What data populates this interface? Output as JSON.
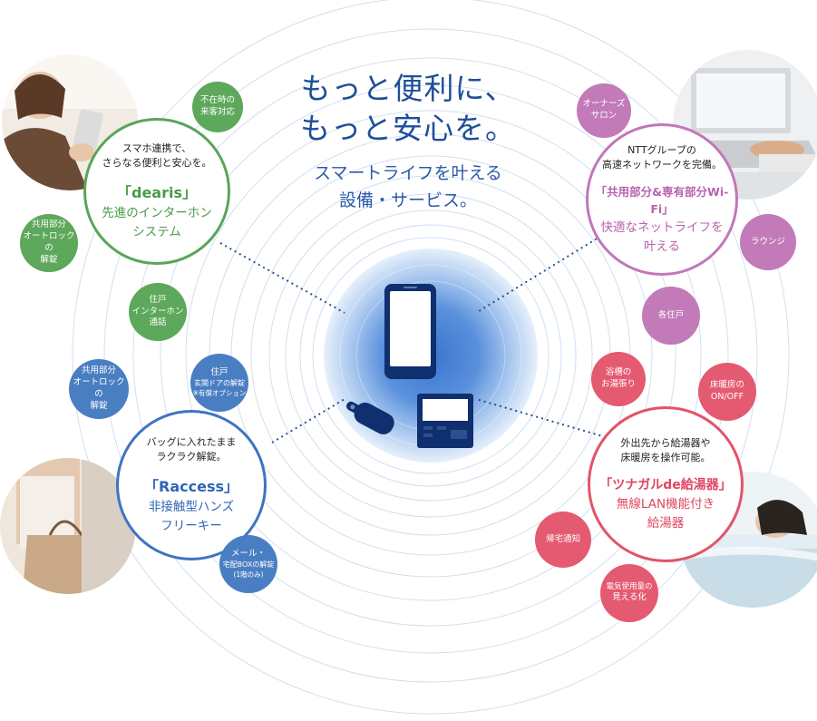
{
  "headline": {
    "line1": "もっと便利に、",
    "line2": "もっと安心を。",
    "sub1": "スマートライフを叶える",
    "sub2": "設備・サービス。"
  },
  "colors": {
    "blue_text": "#1f4e99",
    "green": "#5aa55a",
    "purple": "#c078b8",
    "blue": "#3d74c0",
    "red": "#e2546a"
  },
  "center_icons": [
    "smartphone-icon",
    "key-fob-icon",
    "intercom-panel-icon"
  ],
  "dearis": {
    "desc1": "スマホ連携で、",
    "desc2": "さらなる便利と安心を。",
    "name": "「dearis」",
    "pdesc1": "先進のインターホン",
    "pdesc2": "システム",
    "sat_absent": [
      "不在時の",
      "来客対応"
    ],
    "sat_lock": [
      "共用部分",
      "オートロックの",
      "解錠"
    ],
    "sat_call": [
      "住戸",
      "インターホン",
      "通話"
    ]
  },
  "wifi": {
    "desc1": "NTTグループの",
    "desc2": "高速ネットワークを完備。",
    "name": "「共用部分&専有部分Wi-Fi」",
    "pdesc1": "快適なネットライフを",
    "pdesc2": "叶える",
    "sat_salon": [
      "オーナーズ",
      "サロン"
    ],
    "sat_lounge": [
      "ラウンジ"
    ],
    "sat_unit": [
      "各住戸"
    ]
  },
  "raccess": {
    "desc1": "バッグに入れたまま",
    "desc2": "ラクラク解錠。",
    "name": "「Raccess」",
    "pdesc1": "非接触型ハンズ",
    "pdesc2": "フリーキー",
    "sat_lock": [
      "共用部分",
      "オートロックの",
      "解錠"
    ],
    "sat_door": [
      "住戸",
      "玄関ドアの解錠"
    ],
    "sat_door_note": "※有償オプション",
    "sat_mail": [
      "メール・",
      "宅配BOXの解錠"
    ],
    "sat_mail_note": "(1階のみ)"
  },
  "heater": {
    "desc1": "外出先から給湯器や",
    "desc2": "床暖房を操作可能。",
    "name": "「ツナガルde給湯器」",
    "pdesc1": "無線LAN機能付き",
    "pdesc2": "給湯器",
    "sat_bath": [
      "浴槽の",
      "お湯張り"
    ],
    "sat_floor": [
      "床暖房の",
      "ON/OFF"
    ],
    "sat_home": [
      "帰宅通知"
    ],
    "sat_power": [
      "電気使用量の",
      "見える化"
    ]
  }
}
